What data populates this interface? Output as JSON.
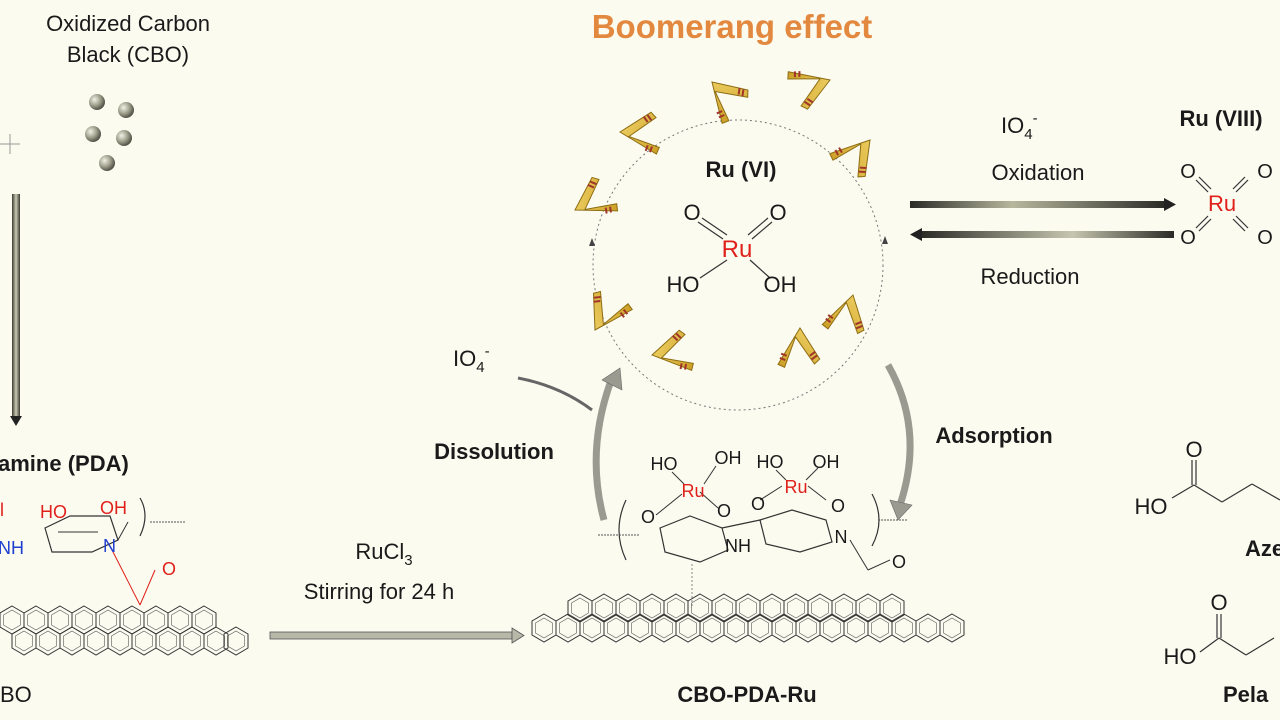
{
  "title": "Boomerang effect",
  "colors": {
    "title": "#e3883f",
    "ru_atom": "#e0201a",
    "nitrogen": "#1f3fd0",
    "boomerang": "#dcb73a",
    "background": "#fcfbf0"
  },
  "left": {
    "cbo_line1": "Oxidized Carbon",
    "cbo_line2": "Black (CBO)",
    "pda_label": "amine (PDA)",
    "substrate_label": "BO",
    "atoms": {
      "ho": "HO",
      "oh": "OH",
      "nh": "NH",
      "n": "N",
      "o": "O"
    }
  },
  "center": {
    "ru6_label": "Ru (VI)",
    "ru6_atoms": {
      "o1": "O",
      "o2": "O",
      "ru": "Ru",
      "ho": "HO",
      "oh": "OH"
    },
    "io4_left": "IO",
    "io4_sub": "4",
    "io4_sup": "-",
    "dissolution": "Dissolution",
    "adsorption": "Adsorption",
    "reaction_reagent": "RuCl",
    "reaction_reagent_sub": "3",
    "reaction_condition": "Stirring for 24 h",
    "product_label": "CBO-PDA-Ru",
    "complex_atoms": {
      "ho1": "HO",
      "oh1": "OH",
      "ho2": "HO",
      "oh2": "OH",
      "ru1": "Ru",
      "ru2": "Ru",
      "o1": "O",
      "o2": "O",
      "o3": "O",
      "o4": "O",
      "nh": "NH",
      "n": "N",
      "o5": "O"
    }
  },
  "right": {
    "io4_top": "IO",
    "oxidation": "Oxidation",
    "reduction": "Reduction",
    "ru8_label": "Ru (VIII)",
    "ru8_atoms": {
      "o1": "O",
      "o2": "O",
      "o3": "O",
      "o4": "O",
      "ru": "Ru"
    },
    "acid_atoms": {
      "o_top1": "O",
      "ho1": "HO",
      "o_top2": "O",
      "ho2": "HO"
    },
    "azelaic_partial": "Aze",
    "pelargonic_partial": "Pela"
  }
}
